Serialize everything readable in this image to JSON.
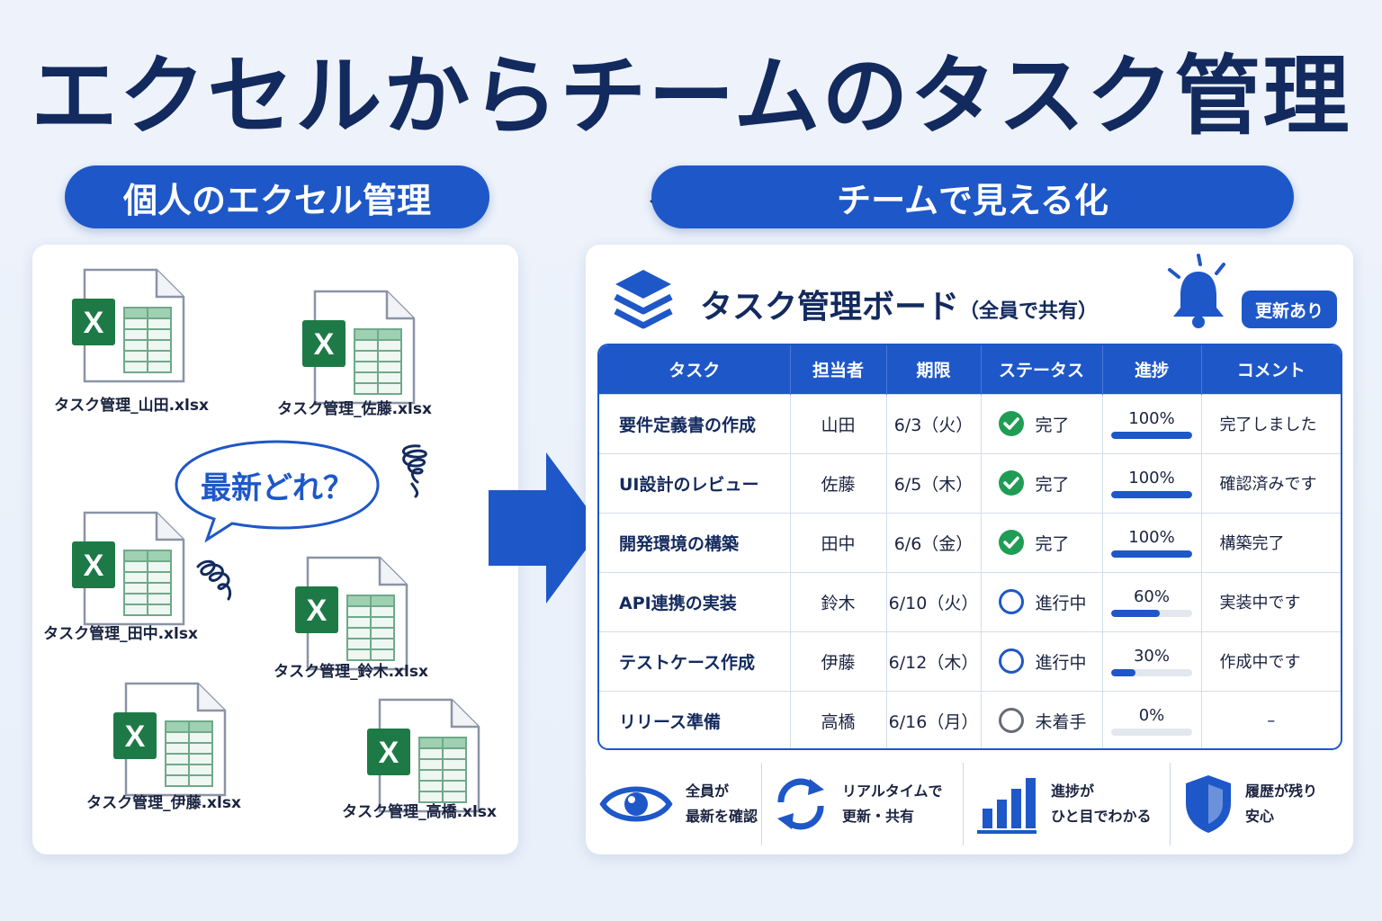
{
  "title": "エクセルからチームのタスク管理へ",
  "left_heading": "個人のエクセル管理",
  "right_heading": "チームで見える化",
  "files": [
    {
      "name": "タスク管理_山田.xlsx"
    },
    {
      "name": "タスク管理_佐藤.xlsx"
    },
    {
      "name": "タスク管理_田中.xlsx"
    },
    {
      "name": "タスク管理_鈴木.xlsx"
    },
    {
      "name": "タスク管理_伊藤.xlsx"
    },
    {
      "name": "タスク管理_高橋.xlsx"
    }
  ],
  "file_icon_letter": "X",
  "bubble_text": "最新どれ？",
  "board": {
    "title": "タスク管理ボード",
    "subtitle": "（全員で共有）",
    "update_badge": "更新あり",
    "columns": [
      "タスク",
      "担当者",
      "期限",
      "ステータス",
      "進捗",
      "コメント"
    ],
    "rows": [
      {
        "task": "要件定義書の作成",
        "owner": "山田",
        "due": "6/3（火）",
        "status": "完了",
        "status_type": "done",
        "progress": 100,
        "progress_label": "100%",
        "comment": "完了しました"
      },
      {
        "task": "UI設計のレビュー",
        "owner": "佐藤",
        "due": "6/5（木）",
        "status": "完了",
        "status_type": "done",
        "progress": 100,
        "progress_label": "100%",
        "comment": "確認済みです"
      },
      {
        "task": "開発環境の構築",
        "owner": "田中",
        "due": "6/6（金）",
        "status": "完了",
        "status_type": "done",
        "progress": 100,
        "progress_label": "100%",
        "comment": "構築完了"
      },
      {
        "task": "API連携の実装",
        "owner": "鈴木",
        "due": "6/10（火）",
        "status": "進行中",
        "status_type": "progress",
        "progress": 60,
        "progress_label": "60%",
        "comment": "実装中です"
      },
      {
        "task": "テストケース作成",
        "owner": "伊藤",
        "due": "6/12（木）",
        "status": "進行中",
        "status_type": "progress",
        "progress": 30,
        "progress_label": "30%",
        "comment": "作成中です"
      },
      {
        "task": "リリース準備",
        "owner": "高橋",
        "due": "6/16（月）",
        "status": "未着手",
        "status_type": "todo",
        "progress": 0,
        "progress_label": "0%",
        "comment": "–"
      }
    ]
  },
  "features": [
    {
      "icon": "eye-icon",
      "text": "全員が\n最新を確認"
    },
    {
      "icon": "sync-icon",
      "text": "リアルタイムで\n更新・共有"
    },
    {
      "icon": "bar-chart-icon",
      "text": "進捗が\nひと目でわかる"
    },
    {
      "icon": "shield-icon",
      "text": "履歴が残り\n安心"
    }
  ],
  "colors": {
    "primary": "#1e57c8",
    "title": "#132a5e",
    "excel_green": "#1d7a46",
    "status_done": "#1f9d55"
  }
}
